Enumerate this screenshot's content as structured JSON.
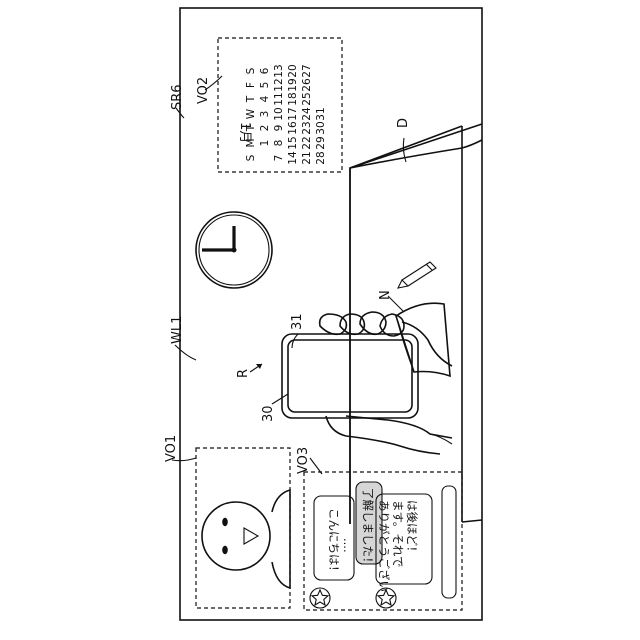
{
  "labels": {
    "sr6": "SR6",
    "wl1": "WL1",
    "vo1": "VO1",
    "vo2": "VO2",
    "vo3": "VO3",
    "d": "D",
    "n": "N",
    "r": "R",
    "ref30": "30",
    "ref31": "31"
  },
  "calendar": {
    "month": "1月",
    "weekdays": [
      "S",
      "M",
      "T",
      "W",
      "T",
      "F",
      "S"
    ],
    "weeks": [
      [
        "",
        "",
        "",
        "",
        "",
        "",
        ""
      ],
      [
        "",
        "1",
        "2",
        "3",
        "4",
        "5",
        "6"
      ],
      [
        "7",
        "8",
        "9",
        "10",
        "11",
        "12",
        "13"
      ],
      [
        "14",
        "15",
        "16",
        "17",
        "18",
        "19",
        "20"
      ],
      [
        "21",
        "22",
        "23",
        "24",
        "25",
        "26",
        "27"
      ],
      [
        "28",
        "29",
        "30",
        "31",
        "",
        "",
        ""
      ]
    ]
  },
  "chat": {
    "msg1_line1": "こんにちは！",
    "msg1_line2": "....",
    "msg2": "了解しました！",
    "msg3_line1": "ありがとうござい",
    "msg3_line2": "ます。それで",
    "msg3_line3": "は後ほど！"
  }
}
